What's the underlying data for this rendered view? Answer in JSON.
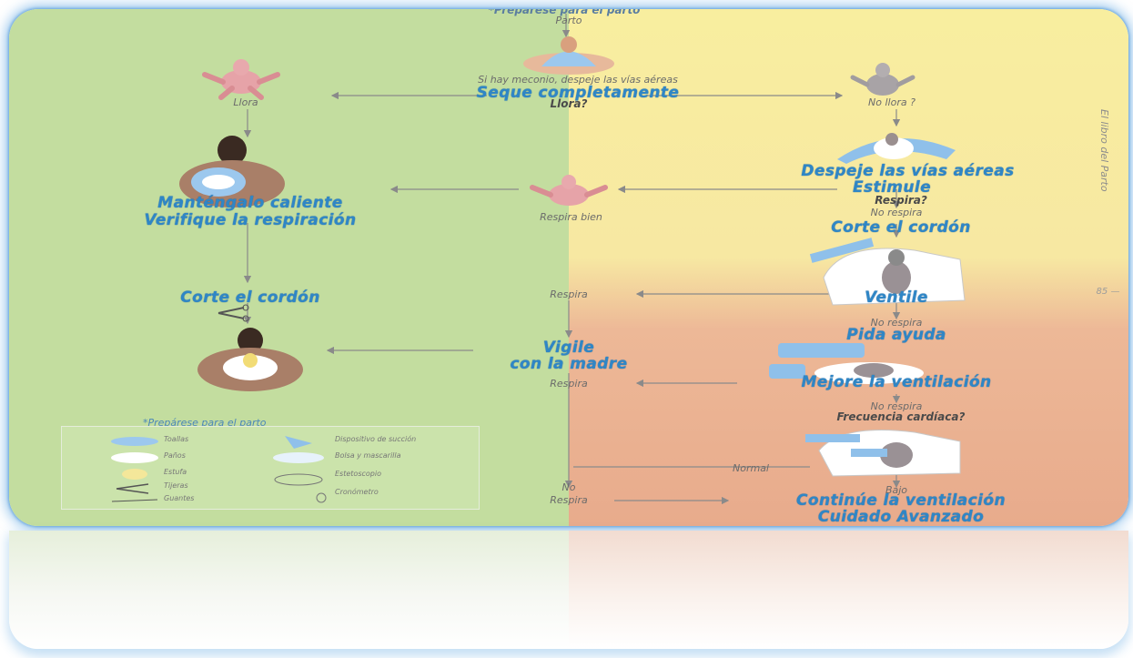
{
  "top": {
    "title": "*Prepárese para el parto",
    "subtitle": "Parto"
  },
  "meconium_note": "Si hay meconio, despeje las vías aéreas",
  "steps": {
    "dry": "Seque completamente",
    "keep_warm": "Manténgalo caliente",
    "check_breathing": "Verifique la respiración",
    "cut_cord_left": "Corte el cordón",
    "clear_airway": "Despeje las vías aéreas",
    "stimulate": "Estimule",
    "cut_cord_right": "Corte el cordón",
    "ventilate": "Ventile",
    "ask_help": "Pida ayuda",
    "monitor_1": "Vigile",
    "monitor_2": "con la madre",
    "improve_vent": "Mejore la ventilación",
    "continue_vent": "Continúe la ventilación",
    "advanced_care": "Cuidado Avanzado"
  },
  "questions": {
    "cries": "Llora?",
    "breathing": "Respira?",
    "heart_rate": "Frecuencia cardíaca?"
  },
  "labels": {
    "cries": "Llora",
    "no_cries": "No llora ?",
    "breathing_well": "Respira bien",
    "not_breathing_1": "No respira",
    "breathing_1": "Respira",
    "not_breathing_2": "No respira",
    "breathing_2": "Respira",
    "not_breathing_3": "No respira",
    "normal": "Normal",
    "no_1": "No",
    "no_2": "Respira",
    "low": "Bajo"
  },
  "legend": {
    "title": "*Prepárese para el parto",
    "items": [
      "Toallas",
      "Paños",
      "Estufa",
      "Tijeras",
      "Guantes",
      "Dispositivo de succión",
      "Bolsa y mascarilla",
      "Estetoscopio",
      "Cronómetro"
    ]
  },
  "side_text": "El libro del Parto",
  "page_marker": "85 —",
  "colors": {
    "left_panel": "#c3dd9f",
    "right_top": "#f8ee9f",
    "right_bottom": "#e8ab8c",
    "step_text": "#2f86c6",
    "glow": "#4096dc"
  }
}
